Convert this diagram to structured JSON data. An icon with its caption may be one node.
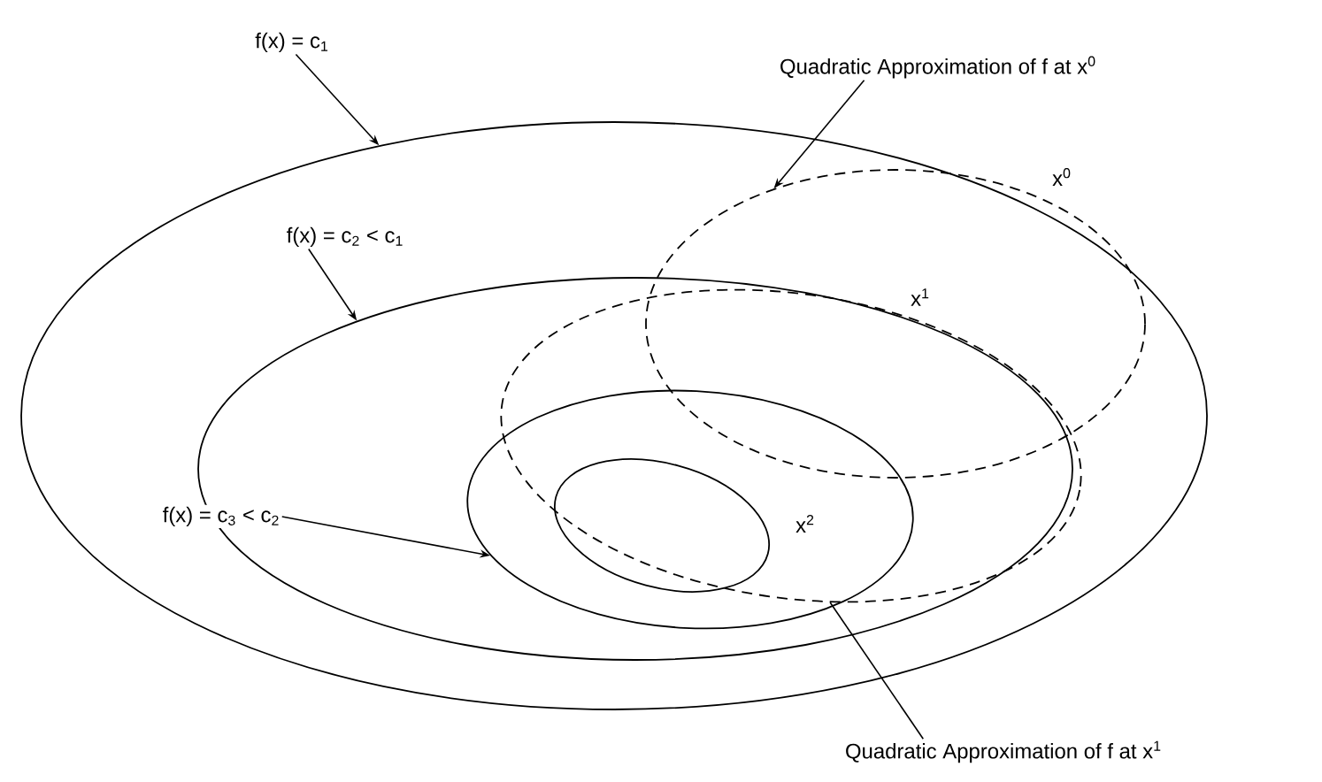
{
  "diagram": {
    "nodes": [
      {
        "text": [
          "f(x) = c$_{1}$"
        ]
      },
      {
        "text": [
          "Quadratic Approximation of f at x$^{0}$"
        ]
      },
      {
        "text": [
          "f(x) = c$_{2}$ < c$_{1}$"
        ],
        "in": 5
      },
      {
        "text": [
          "f(x) = c$_{3}$ < c$_{2}$"
        ],
        "in": 5
      },
      {
        "text": [
          "Quadratic Approximation of f at x$^{1}$"
        ]
      },
      {
        "text": [],
        "shape": "ellipse"
      },
      {
        "text": [],
        "shape": "ellipse",
        "in": 5
      },
      {
        "text": [],
        "shape": "ellipse",
        "in": 6
      },
      {
        "text": [],
        "shape": "ellipse",
        "in": 7
      },
      {
        "text": [],
        "shape": "ellipse",
        "in": 5
      },
      {
        "text": [],
        "shape": "ellipse",
        "in": 6
      }
    ],
    "edges": [
      {
        "from": 0,
        "to": 5,
        "arrow": "to"
      },
      {
        "from": 1,
        "to": 9,
        "arrow": "to"
      },
      {
        "from": 2,
        "to": 6,
        "arrow": "to"
      },
      {
        "from": 3,
        "to": 7,
        "arrow": "to"
      },
      {
        "from": 4,
        "to": 10,
        "arrow": "none"
      }
    ],
    "labels": [
      "x$^{0}$",
      "x$^{1}$",
      "x$^{2}$"
    ]
  }
}
